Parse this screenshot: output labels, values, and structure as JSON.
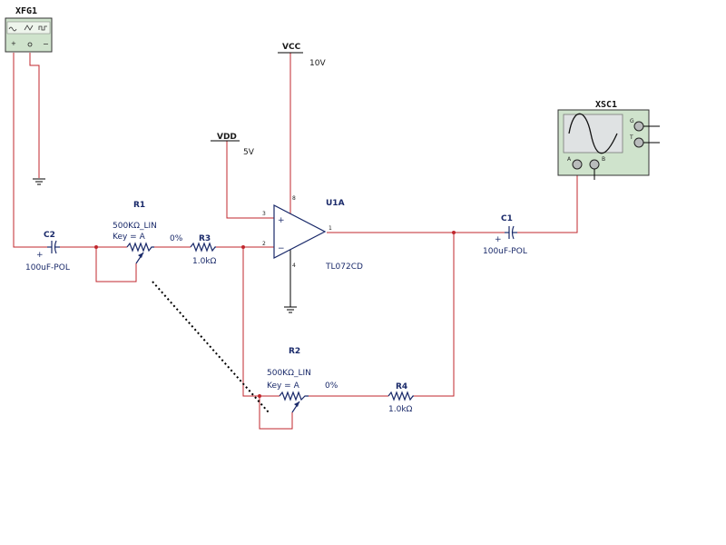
{
  "colors": {
    "wire": "#c0272d",
    "component": "#1a2a6a",
    "instrument_bg": "#cfe3cc",
    "background": "#ffffff"
  },
  "function_generator": {
    "ref": "XFG1",
    "icon": "function-generator-icon"
  },
  "oscilloscope": {
    "ref": "XSC1",
    "icon": "oscilloscope-icon",
    "pin_g": "G",
    "pin_t": "T",
    "pin_a": "A",
    "pin_b": "B"
  },
  "supplies": {
    "vcc": {
      "name": "VCC",
      "voltage": "10V"
    },
    "vdd": {
      "name": "VDD",
      "voltage": "5V"
    }
  },
  "opamp": {
    "ref": "U1A",
    "model": "TL072CD",
    "pin_noninv": "3",
    "pin_inv": "2",
    "pin_out": "1",
    "pin_vpos": "8",
    "pin_vneg": "4",
    "plus": "+",
    "minus": "−"
  },
  "r1": {
    "ref": "R1",
    "value": "500KΩ_LIN",
    "key": "Key = A",
    "percent": "0%"
  },
  "r2": {
    "ref": "R2",
    "value": "500KΩ_LIN",
    "key": "Key = A",
    "percent": "0%"
  },
  "r3": {
    "ref": "R3",
    "value": "1.0kΩ"
  },
  "r4": {
    "ref": "R4",
    "value": "1.0kΩ"
  },
  "c1": {
    "ref": "C1",
    "value": "100uF-POL",
    "polarity": "+"
  },
  "c2": {
    "ref": "C2",
    "value": "100uF-POL",
    "polarity": "+"
  }
}
